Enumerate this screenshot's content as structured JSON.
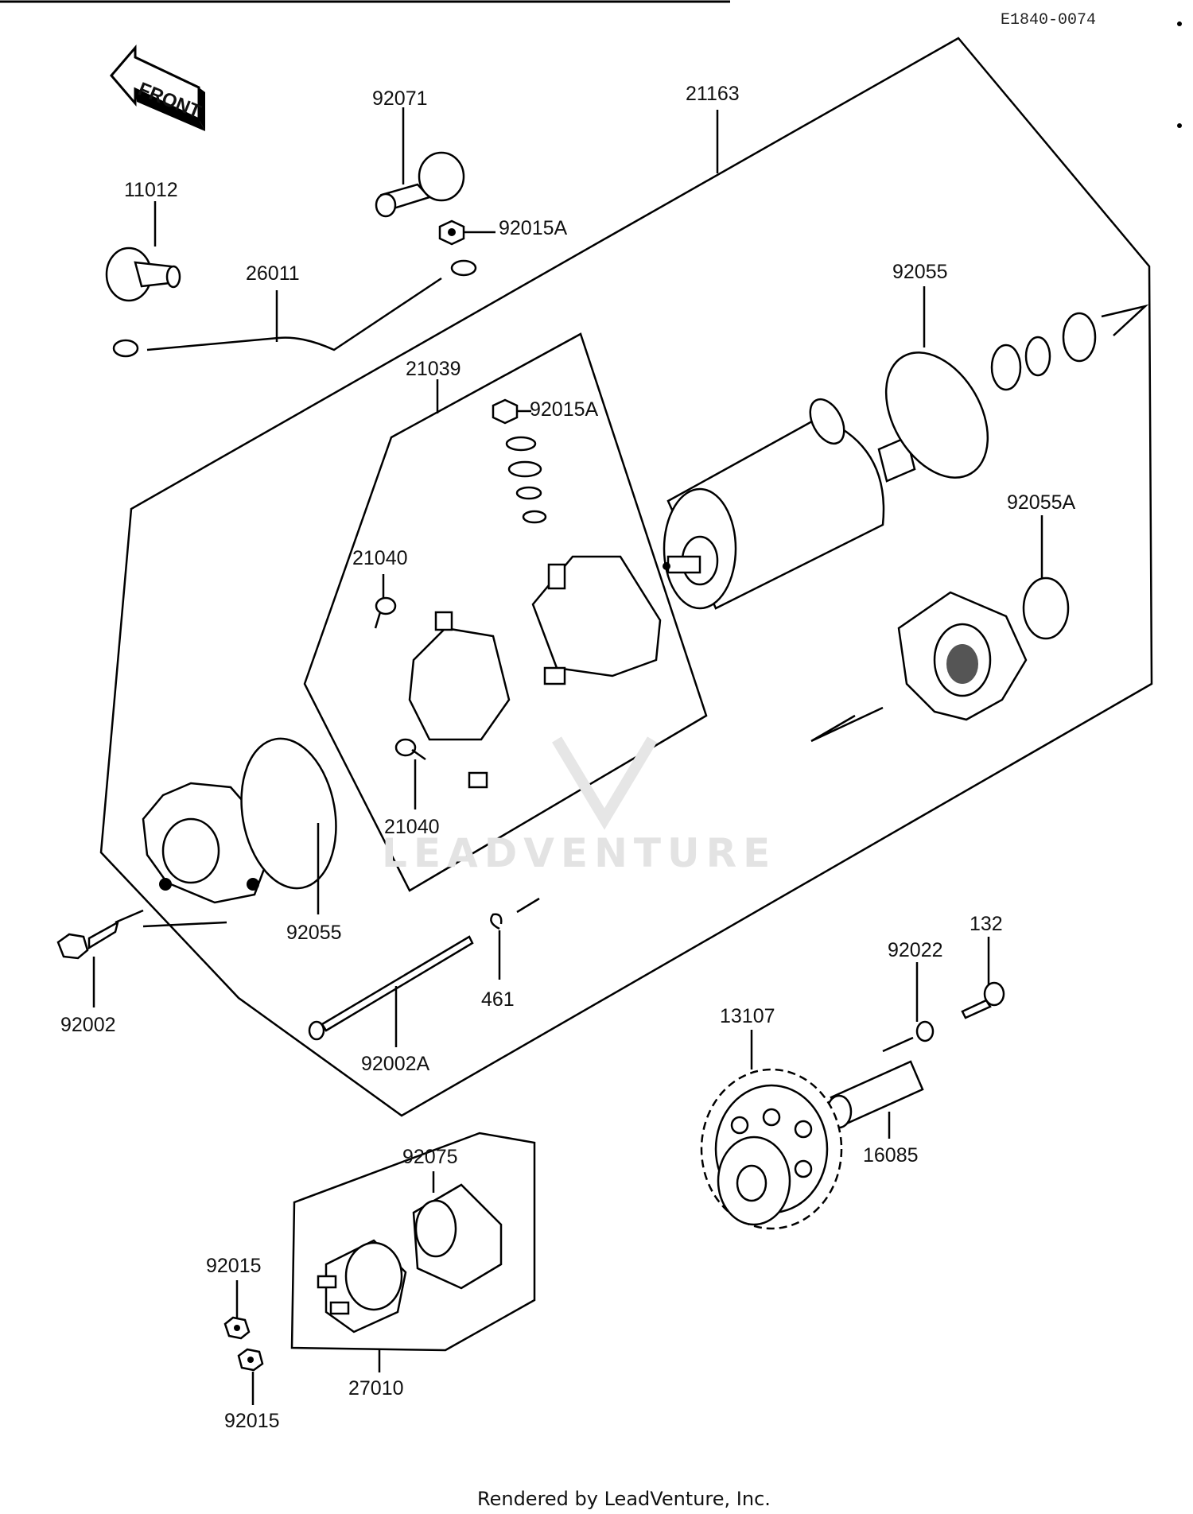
{
  "drawing_code": "E1840-0074",
  "front_label": "FRONT",
  "footer": "Rendered by LeadVenture, Inc.",
  "watermark": "LEADVENTURE",
  "colors": {
    "line": "#000000",
    "watermark": "#e3e3e3",
    "background": "#ffffff"
  },
  "parts": {
    "p92071": "92071",
    "p21163": "21163",
    "p11012": "11012",
    "p92015A_top": "92015A",
    "p26011": "26011",
    "p92055_top": "92055",
    "p21039": "21039",
    "p92015A_mid": "92015A",
    "p21040_top": "21040",
    "p21040_bottom": "21040",
    "p92055A": "92055A",
    "p92055_bottom": "92055",
    "p92002": "92002",
    "p461": "461",
    "p92002A": "92002A",
    "p132": "132",
    "p92022": "92022",
    "p13107": "13107",
    "p16085": "16085",
    "p92075": "92075",
    "p92015_a": "92015",
    "p92015_b": "92015",
    "p27010": "27010"
  }
}
